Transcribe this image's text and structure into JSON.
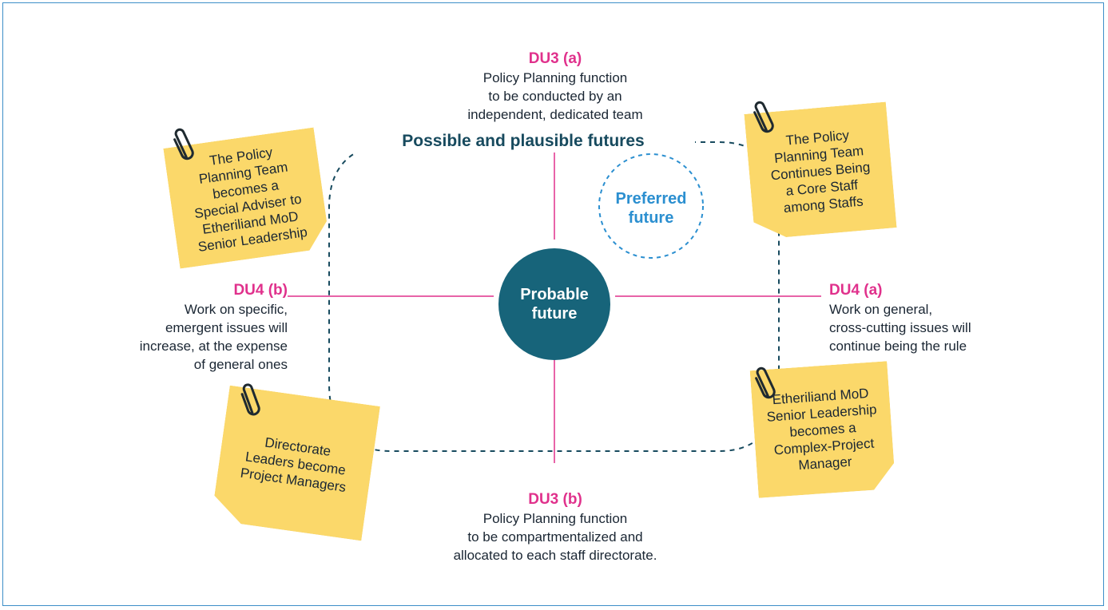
{
  "diagram": {
    "top_axis": {
      "code": "DU3 (a)",
      "text": [
        "Policy Planning function",
        "to be conducted by an",
        "independent, dedicated team"
      ]
    },
    "bottom_axis": {
      "code": "DU3 (b)",
      "text": [
        "Policy Planning function",
        "to be compartmentalized and",
        "allocated to each staff directorate."
      ]
    },
    "left_axis": {
      "code": "DU4 (b)",
      "text": [
        "Work on specific,",
        "emergent issues will",
        "increase, at the expense",
        "of general ones"
      ]
    },
    "right_axis": {
      "code": "DU4 (a)",
      "text": [
        "Work on general,",
        "cross-cutting issues will",
        "continue being the rule"
      ]
    },
    "region_label": "Possible and plausible futures",
    "preferred": [
      "Preferred",
      "future"
    ],
    "probable": [
      "Probable",
      "future"
    ],
    "notes": {
      "top_left": [
        "The Policy",
        "Planning Team",
        "becomes a",
        "Special Adviser to",
        "Etheriliand MoD",
        "Senior Leadership"
      ],
      "top_right": [
        "The Policy",
        "Planning Team",
        "Continues Being",
        "a Core Staff",
        "among Staffs"
      ],
      "bottom_left": [
        "Directorate",
        "Leaders become",
        "Project Managers"
      ],
      "bottom_right": [
        "Etheriliand MoD",
        "Senior Leadership",
        "becomes a",
        "Complex-Project",
        "Manager"
      ]
    },
    "colors": {
      "axis_code": "#e0318c",
      "axis_line": "#e0318c",
      "probable_fill": "#17647a",
      "region_outline": "#174a5e",
      "preferred": "#2b8fd0",
      "note_fill": "#fbd86a",
      "frame": "#3d8fc8"
    },
    "icons": {
      "note_clip": "paperclip-icon"
    }
  }
}
